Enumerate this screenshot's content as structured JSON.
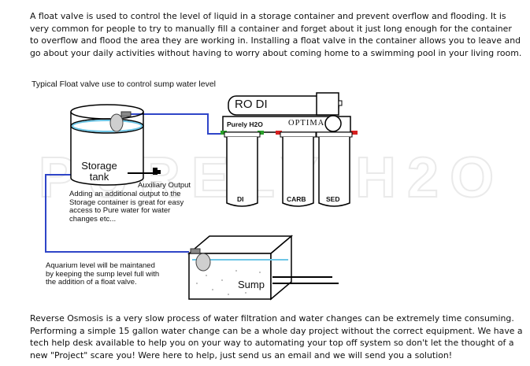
{
  "intro_paragraph": "A float valve is used to control the level of liquid in a storage container and prevent overflow and flooding. It is very common for people to try to manually fill a container and forget about it just long enough for the container to overflow and flood the area they are working in. Installing a float valve in the container allows you to leave and go about your daily activities without having to worry about coming home to a swimming pool in your living room.",
  "diagram": {
    "caption": "Typical Float valve use to control sump water level",
    "watermark": "PURELY H2O",
    "ro_unit": {
      "title": "RO DI",
      "brand": "Purely H2O",
      "model": "OPTIMA",
      "canisters": [
        "DI",
        "CARB",
        "SED"
      ]
    },
    "storage_tank_label": "Storage\ntank",
    "auxiliary_output": {
      "title": "Auxiliary Output",
      "description": "Adding an additional output to the\nStorage container is great for easy\naccess to Pure water for water\nchanges etc..."
    },
    "aquarium_note": "Aquarium level will be maintaned\nby keeping the sump level full with\nthe addition of a float valve.",
    "sump_label": "Sump",
    "colors": {
      "water_line": "#2f45c8",
      "outlet_red": "#d62020",
      "inlet_green": "#2aa02a",
      "water_surface": "#6ec6e6"
    }
  },
  "outro_paragraph": "Reverse Osmosis is a very slow process of water filtration and water changes can be extremely time consuming. Performing a simple 15 gallon water change can be a whole day project without the correct equipment. We have a tech help desk available to help you on your way to automating your top off system so don't let the thought of a new \"Project\" scare you! Were here to help, just send us an email and we will send you a solution!"
}
